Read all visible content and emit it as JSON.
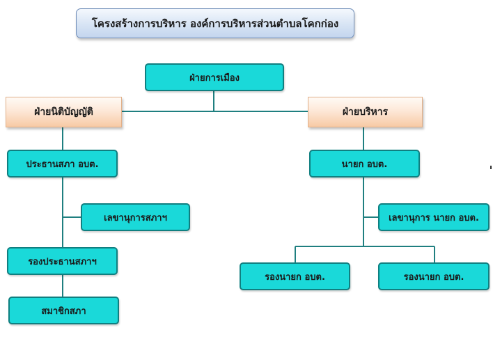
{
  "title": "โครงสร้างการบริหาร องค์การบริหารส่วนตำบลโคกก่อง",
  "politics": {
    "label": "ฝ่ายการเมือง"
  },
  "legislative": {
    "label": "ฝ่ายนิติบัญญัติ",
    "chairman": "ประธานสภา อบต.",
    "secretary": "เลขานุการสภาฯ",
    "vice_chairman": "รองประธานสภาฯ",
    "member": "สมาชิกสภา"
  },
  "executive": {
    "label": "ฝ่ายบริหาร",
    "mayor": "นายก อบต.",
    "secretary": "เลขานุการ นายก อบต.",
    "deputy_left": "รองนายก อบต.",
    "deputy_right": "รองนายก อบต."
  },
  "colors": {
    "node_fill": "#1ad9d9",
    "node_border": "#107f80",
    "branch_fill": "#f7caa5",
    "title_fill": "#d7e4f4",
    "connector": "#1f7f80"
  }
}
